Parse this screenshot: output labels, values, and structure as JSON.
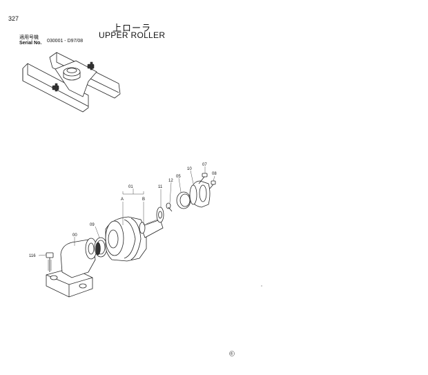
{
  "page_number": "327",
  "title_ja": "上ローラ",
  "title_en": "UPPER ROLLER",
  "serial": {
    "label_ja": "適用号機",
    "label_en": "Serial No.",
    "range": "030001 - D97/08"
  },
  "callouts": {
    "p00": "00",
    "p01": "01",
    "pA": "A",
    "pB": "B",
    "p05": "05",
    "p07": "07",
    "p08": "08",
    "p09": "09",
    "p10": "10",
    "p11": "11",
    "p12": "12",
    "p116": "116"
  },
  "stamp": "®"
}
